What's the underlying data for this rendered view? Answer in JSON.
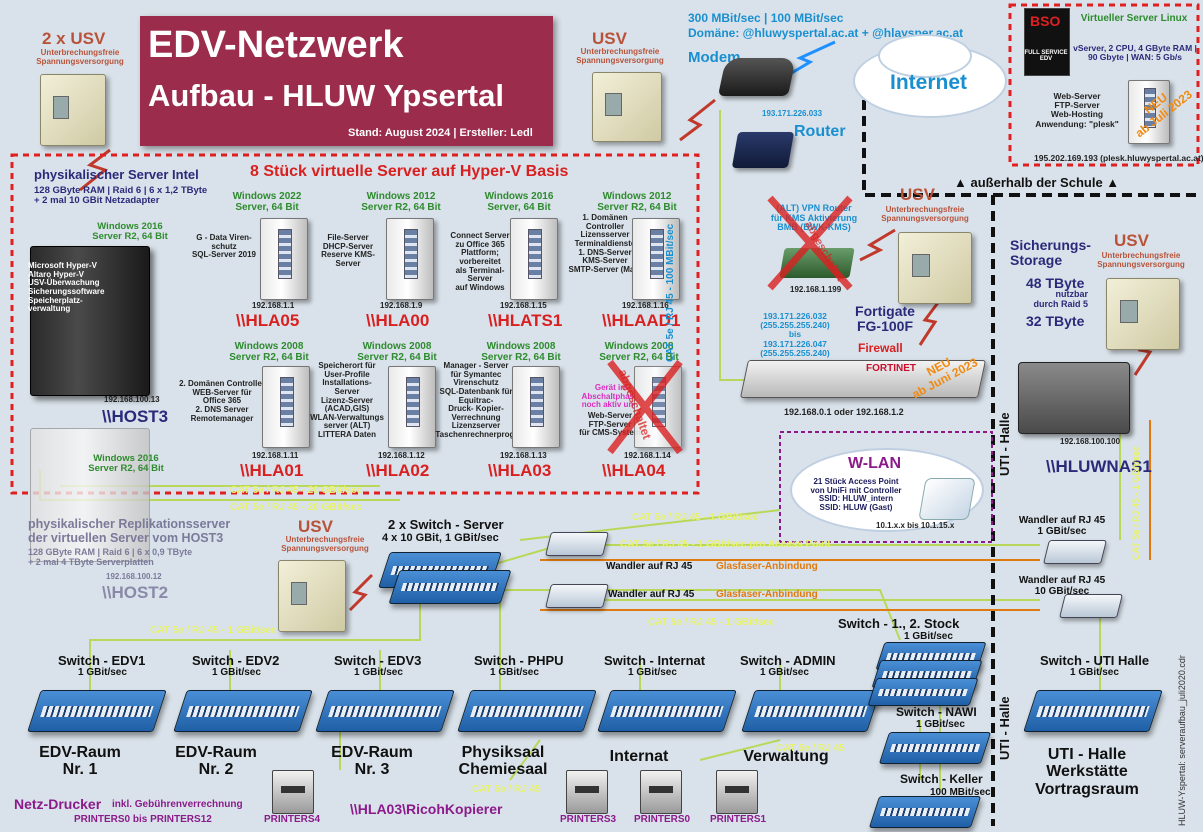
{
  "title": {
    "line1": "EDV-Netzwerk",
    "line2": "Aufbau - HLUW Ypsertal",
    "stand": "Stand: August 2024 | Ersteller: Ledl"
  },
  "ups_labels": {
    "name": "USV",
    "sub": "Unterbrechungsfreie Spannungsversorgung",
    "twin": "2 x USV"
  },
  "internet": {
    "speed": "300 MBit/sec | 100 MBit/sec",
    "domains": "Domäne: @hluwyspertal.ac.at + @hlaysper.ac.at",
    "modem": "Modem",
    "internet": "Internet",
    "router": "Router",
    "router_ip": "193.171.226.033"
  },
  "virtual_server": {
    "logo_top": "BSO",
    "logo_sub": "FULL SERVICE EDV",
    "title": "Virtueller Server Linux",
    "spec": "vServer, 2 CPU, 4 GByte RAM | 90 Gbyte | WAN: 5 Gb/s",
    "services": "Web-Server\nFTP-Server\nWeb-Hosting\nAnwendung: \"plesk\"",
    "ip": "195.202.169.193 (plesk.hluwyspertal.ac.at)",
    "neu": "NEU\nab Juli 2023",
    "outside": "▲ außerhalb der Schule ▲"
  },
  "host3": {
    "heading": "physikalischer Server Intel",
    "spec": "128 GByte RAM | Raid 6 | 6 x 1,2 TByte\n+ 2 mal 10 GBit Netzadapter",
    "os": "Windows 2016\nServer R2, 64 Bit",
    "services": "Microsoft Hyper-V\nAltaro Hyper-V\nUSV-Überwachung\nSicherungssoftware\nSpeicherplatz-\nverwaltung",
    "ip": "192.168.100.13",
    "name": "\\\\HOST3"
  },
  "vms_title": "8 Stück virtuelle Server auf Hyper-V Basis",
  "vms": [
    {
      "os": "Windows 2022\nServer, 64 Bit",
      "desc": "G - Data Viren-\nschutz\nSQL-Server 2019",
      "ip": "192.168.1.1",
      "name": "\\\\HLA05"
    },
    {
      "os": "Windows 2012\nServer R2, 64 Bit",
      "desc": "File-Server\nDHCP-Server\nReserve KMS-\nServer",
      "ip": "192.168.1.9",
      "name": "\\\\HLA00"
    },
    {
      "os": "Windows 2016\nServer, 64 Bit",
      "desc": "Connect Server\nzu Office 365\nPlattform;\nvorbereitet\nals Terminal-\nServer\nauf Windows",
      "ip": "192.168.1.15",
      "name": "\\\\HLATS1"
    },
    {
      "os": "Windows 2012\nServer R2, 64 Bit",
      "desc": "1. Domänen\nController\nLizensserver\nTerminaldienste\n1. DNS-Server\nKMS-Server\nSMTP-Server (Mail)",
      "ip": "192.168.1.16",
      "name": "\\\\HLAAD1"
    },
    {
      "os": "Windows 2008\nServer R2, 64 Bit",
      "desc": "2. Domänen Controller\nWEB-Server für\nOffice 365\n2. DNS Server\nRemotemanager",
      "ip": "192.168.1.11",
      "name": "\\\\HLA01"
    },
    {
      "os": "Windows 2008\nServer R2, 64 Bit",
      "desc": "Speicherort für\nUser-Profile\nInstallations-\nServer\nLizenz-Server\n(ACAD,GIS)\nWLAN-Verwaltungs\nserver (ALT)\nLITTERA Daten",
      "ip": "192.168.1.12",
      "name": "\\\\HLA02"
    },
    {
      "os": "Windows 2008\nServer R2, 64 Bit",
      "desc": "Manager - Server\nfür Symantec\nVirenschutz\nSQL-Datenbank für\nEquitrac-\nDruck- Kopier-\nVerrechnung\nLizenzserver\nTaschenrechnerprog.",
      "ip": "192.168.1.13",
      "name": "\\\\HLA03"
    },
    {
      "os": "Windows 2008\nServer R2, 64 Bit",
      "desc": "Web-Server\nFTP-Server\nfür CMS-System",
      "ip": "192.168.1.14",
      "name": "\\\\HLA04",
      "note": "Gerät in\nAbschaltphase\nnoch aktiv und",
      "stamp": "abgeschaltet"
    }
  ],
  "old_vpn": {
    "text": "(ALT) VPN Router\nfür KMS Aktivierung\nBMB (BWK-KMS)",
    "ip": "192.168.1.199",
    "stamp": "abgeschaltet"
  },
  "firewall": {
    "ip_range": "193.171.226.032\n(255.255.255.240)\nbis\n193.171.226.047\n(255.255.255.240)",
    "name": "Fortigate\nFG-100F",
    "role": "Firewall",
    "brand": "FORTINET",
    "neu": "NEU\nab Juni 2023",
    "ip": "192.168.0.1 oder 192.168.1.2",
    "cable": "CAT 5e / RJ 45 - 100 MBit/sec"
  },
  "nas": {
    "heading": "Sicherungs-\nStorage",
    "size": "48 TByte",
    "raid": "nutzbar\ndurch Raid 5",
    "usable": "32 TByte",
    "ip": "192.168.100.100",
    "name": "\\\\HLUWNAS1"
  },
  "wlan": {
    "title": "W-LAN",
    "text": "21 Stück Access Point\nvon UniFi mit Controller\nSSID: HLUW_intern\nSSID: HLUW (Gast)",
    "range": "10.1.x.x bis 10.1.15.x"
  },
  "host2": {
    "os": "Windows 2016\nServer R2, 64 Bit",
    "heading": "physikalischer Replikationsserver\nder virtuellen Server vom HOST3",
    "spec": "128 GByte RAM | Raid 6 | 6 x 0,9 TByte\n+ 2 mal 4 TByte Serverplatten",
    "ip": "192.168.100.12",
    "name": "\\\\HOST2"
  },
  "cables": {
    "c20a": "CAT 5e / RJ 45 - 20 GBit/sec",
    "c20b": "CAT 5e / RJ 45 - 20 GBit/sec",
    "c1a": "CAT 5e / RJ 45 - 1 GBit/sec",
    "c1ap": "CAT 5e / RJ 45 - 1 GBit/sec pro Access Point",
    "c1edv": "CAT 5e / RJ 45 - 1 GBit/sec",
    "c1stock": "CAT 5e / RJ 45 - 1 GBit/sec",
    "c1nas": "CAT 5e / RJ 45 - 1 GBit/sec",
    "c_pr1": "CAT 5e / RJ 45",
    "c_pr2": "CAT 5e / RJ 45"
  },
  "core_switch": {
    "title": "2 x Switch - Server",
    "spec": "4 x 10 GBit, 1 GBit/sec"
  },
  "converters": [
    {
      "label": "Wandler auf RJ 45",
      "fiber": "Glasfaser-Anbindung"
    },
    {
      "label": "Wandler auf RJ 45",
      "fiber": "Glasfaser-Anbindung"
    },
    {
      "label": "Wandler auf RJ 45\n1 GBit/sec"
    },
    {
      "label": "Wandler auf RJ 45\n10 GBit/sec"
    }
  ],
  "uti_halle": "UTI - Halle",
  "switches": [
    {
      "name": "Switch - EDV1",
      "speed": "1 GBit/sec",
      "room": "EDV-Raum\nNr. 1"
    },
    {
      "name": "Switch - EDV2",
      "speed": "1 GBit/sec",
      "room": "EDV-Raum\nNr. 2"
    },
    {
      "name": "Switch - EDV3",
      "speed": "1 GBit/sec",
      "room": "EDV-Raum\nNr. 3"
    },
    {
      "name": "Switch - PHPU",
      "speed": "1 GBit/sec",
      "room": "Physiksaal\nChemiesaal"
    },
    {
      "name": "Switch - Internat",
      "speed": "1 GBit/sec",
      "room": "Internat"
    },
    {
      "name": "Switch - ADMIN",
      "speed": "1 GBit/sec",
      "room": "Verwaltung"
    },
    {
      "name": "Switch - 1., 2. Stock",
      "speed": "1 GBit/sec"
    },
    {
      "name": "Switch - NAWI",
      "speed": "1 GBit/sec"
    },
    {
      "name": "Switch - Keller",
      "speed": "100 MBit/sec"
    },
    {
      "name": "Switch - UTI Halle",
      "speed": "1 GBit/sec",
      "room": "UTI - Halle\nWerkstätte\nVortragsraum"
    }
  ],
  "printers": {
    "heading": "Netz-Drucker",
    "heading_sub": "inkl. Gebührenverrechnung",
    "range": "PRINTERS0 bis PRINTERS12",
    "kopierer": "\\\\HLA03\\RicohKopierer",
    "p4": "PRINTERS4",
    "p3": "PRINTERS3",
    "p0": "PRINTERS0",
    "p1": "PRINTERS1"
  },
  "footer": "HLUW-Yspertal: serveraufbau_juli2020.cdr",
  "colors": {
    "title_bg": "#9b2c4c",
    "background": "#d9e2ea",
    "red": "#d92020",
    "green": "#2e8b2e",
    "cable": "#e7f26a",
    "fiber": "#e07a10"
  }
}
